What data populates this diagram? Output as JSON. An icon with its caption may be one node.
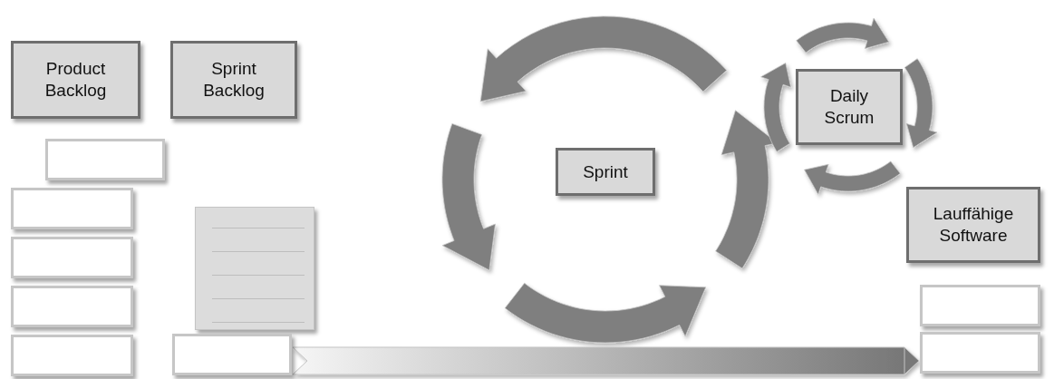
{
  "diagram": {
    "nodes": [
      {
        "text": [
          "Product Backlog"
        ]
      },
      {
        "text": [
          "Sprint Backlog"
        ]
      },
      {
        "text": [
          "Sprint"
        ]
      },
      {
        "text": [
          "Daily Scrum"
        ]
      },
      {
        "text": [
          "Lauffähige Software"
        ]
      },
      {
        "text": [],
        "shape": "box"
      },
      {
        "text": [],
        "shape": "box"
      },
      {
        "text": [],
        "shape": "box"
      },
      {
        "text": [],
        "shape": "box"
      },
      {
        "text": [],
        "shape": "box"
      },
      {
        "text": [],
        "shape": "document"
      },
      {
        "text": [],
        "shape": "box"
      },
      {
        "text": [],
        "shape": "box"
      },
      {
        "text": [],
        "shape": "box"
      }
    ],
    "edges": [
      {
        "from": 11,
        "to": 13,
        "arrow": "to"
      }
    ]
  }
}
